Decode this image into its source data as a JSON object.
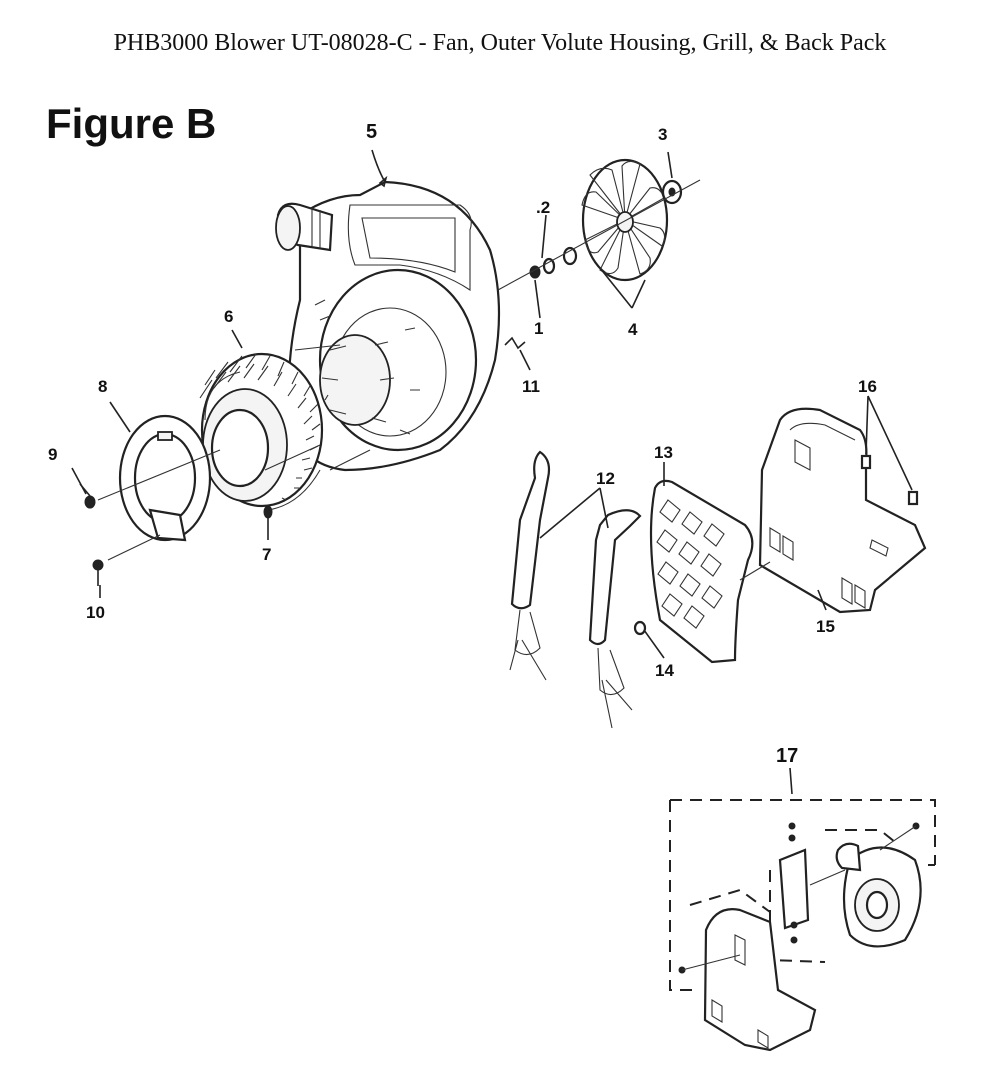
{
  "title": "PHB3000 Blower UT-08028-C - Fan, Outer Volute Housing, Grill, & Back Pack",
  "figure_label": "Figure B",
  "callouts": {
    "c1": "1",
    "c2": ".2",
    "c3": "3",
    "c4": "4",
    "c5": "5",
    "c6": "6",
    "c7": "7",
    "c8": "8",
    "c9": "9",
    "c10": "10",
    "c11": "11",
    "c12": "12",
    "c13": "13",
    "c14": "14",
    "c15": "15",
    "c16": "16",
    "c17": "17"
  }
}
